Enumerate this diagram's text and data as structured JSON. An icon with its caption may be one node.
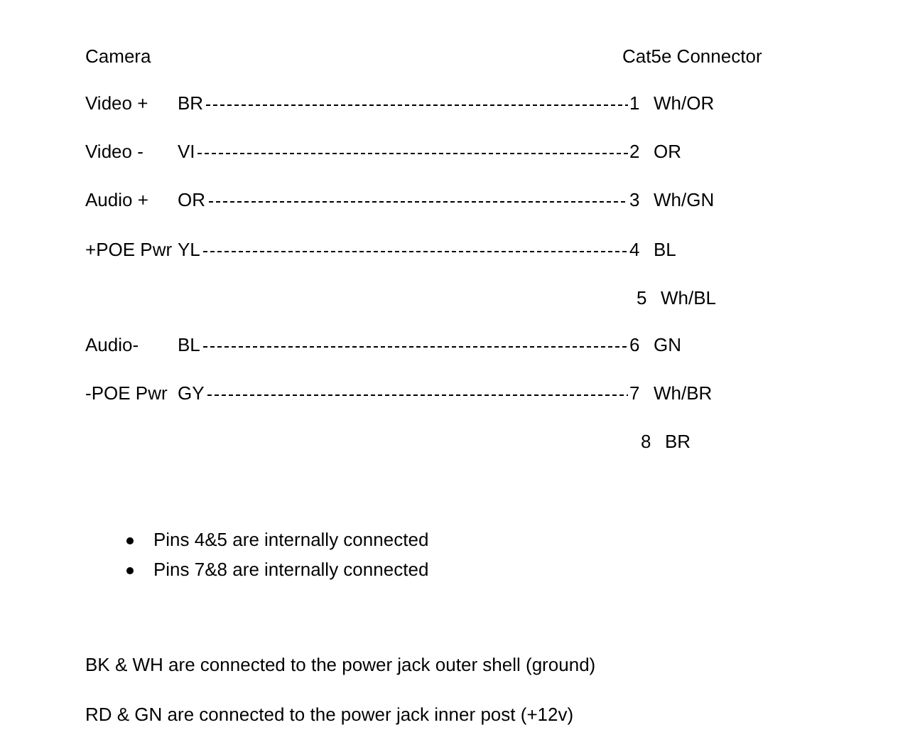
{
  "diagram": {
    "nodes": [
      {
        "text": [
          "Video +",
          "BR"
        ]
      },
      {
        "text": [
          "1",
          "Wh/OR"
        ]
      },
      {
        "text": [
          "Video -",
          "VI"
        ]
      },
      {
        "text": [
          "2",
          "OR"
        ]
      },
      {
        "text": [
          "Audio +",
          "OR"
        ]
      },
      {
        "text": [
          "3",
          "Wh/GN"
        ]
      },
      {
        "text": [
          "+POE Pwr",
          "YL"
        ]
      },
      {
        "text": [
          "4",
          "BL"
        ]
      },
      {
        "text": [
          "5",
          "Wh/BL"
        ]
      },
      {
        "text": [
          "Audio-",
          "BL"
        ]
      },
      {
        "text": [
          "6",
          "GN"
        ]
      },
      {
        "text": [
          "-POE Pwr",
          "GY"
        ]
      },
      {
        "text": [
          "7",
          "Wh/BR"
        ]
      },
      {
        "text": [
          "8",
          "BR"
        ]
      }
    ],
    "edges": [
      {
        "from": 0,
        "to": 1,
        "arrow": "none",
        "style": "dashed"
      },
      {
        "from": 2,
        "to": 3,
        "arrow": "none",
        "style": "dashed"
      },
      {
        "from": 4,
        "to": 5,
        "arrow": "none",
        "style": "dashed"
      },
      {
        "from": 6,
        "to": 7,
        "arrow": "none",
        "style": "dashed"
      },
      {
        "from": 9,
        "to": 10,
        "arrow": "none",
        "style": "dashed"
      },
      {
        "from": 11,
        "to": 12,
        "arrow": "none",
        "style": "dashed"
      }
    ],
    "labels": [
      "Camera",
      "Cat5e Connector",
      "Pins 4&5 are internally connected",
      "Pins 7&8 are internally connected",
      "BK & WH  are connected to the power jack outer shell (ground)",
      "RD & GN are connected to the power jack inner post (+12v)"
    ]
  }
}
